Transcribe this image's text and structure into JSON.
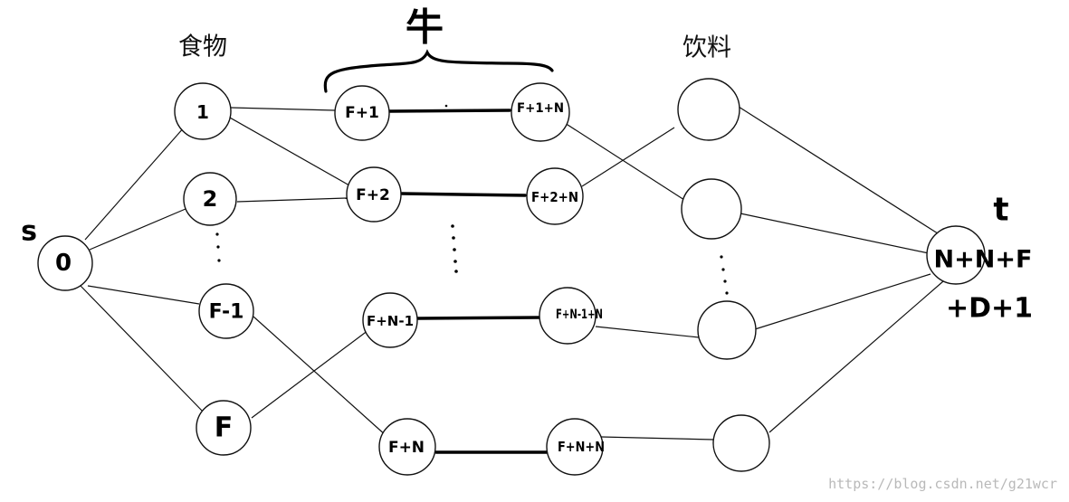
{
  "headers": {
    "food": "食物",
    "drink": "饮料",
    "cow": "牛"
  },
  "source": {
    "name": "s",
    "label": "0"
  },
  "sink": {
    "name": "t",
    "label_line1": "N+N+F",
    "label_line2": "+D+1"
  },
  "food_nodes": [
    "1",
    "2",
    "F-1",
    "F"
  ],
  "cow_in_nodes": [
    "F+1",
    "F+2",
    "F+N-1",
    "F+N"
  ],
  "cow_out_nodes": [
    "F+1+N",
    "F+2+N",
    "F+N-1+N",
    "F+N+N"
  ],
  "drink_nodes": [
    "",
    "",
    "",
    ""
  ],
  "watermark": "https://blog.csdn.net/g21wcr"
}
